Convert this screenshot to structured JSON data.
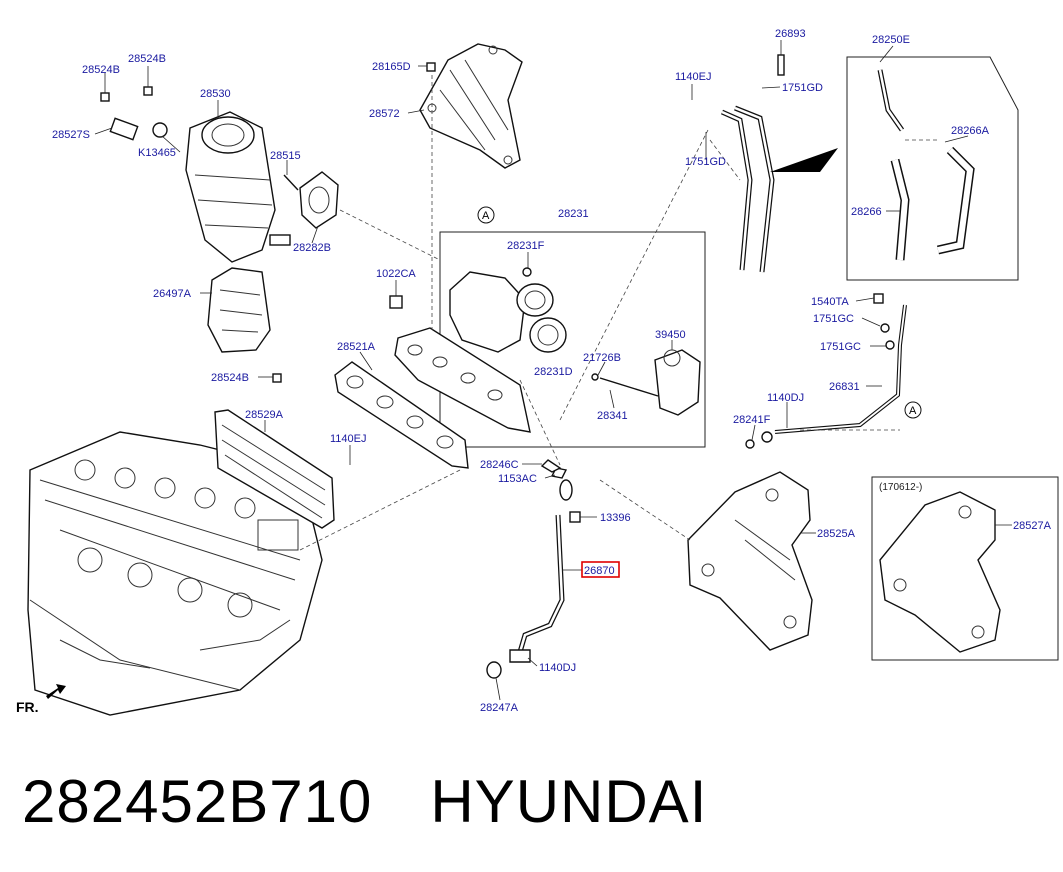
{
  "caption": {
    "part_number": "282452B710",
    "brand": "HYUNDAI"
  },
  "diagram": {
    "front_marker": "FR.",
    "ref_circle": "A",
    "inset_note": "(170612-)",
    "highlighted_callout": "26870",
    "callouts": [
      "28524B",
      "28524B",
      "28530",
      "28527S",
      "K13465",
      "28515",
      "28282B",
      "26497A",
      "28524B",
      "28165D",
      "28572",
      "28231",
      "28231F",
      "1022CA",
      "28521A",
      "39450",
      "21726B",
      "28231D",
      "28341",
      "28529A",
      "1140EJ",
      "28246C",
      "1153AC",
      "13396",
      "26870",
      "1140DJ",
      "28247A",
      "1140EJ",
      "26893",
      "1751GD",
      "1751GD",
      "28250E",
      "28266A",
      "28266",
      "1540TA",
      "1751GC",
      "1751GC",
      "26831",
      "1140DJ",
      "28241F",
      "28525A",
      "28527A"
    ]
  }
}
